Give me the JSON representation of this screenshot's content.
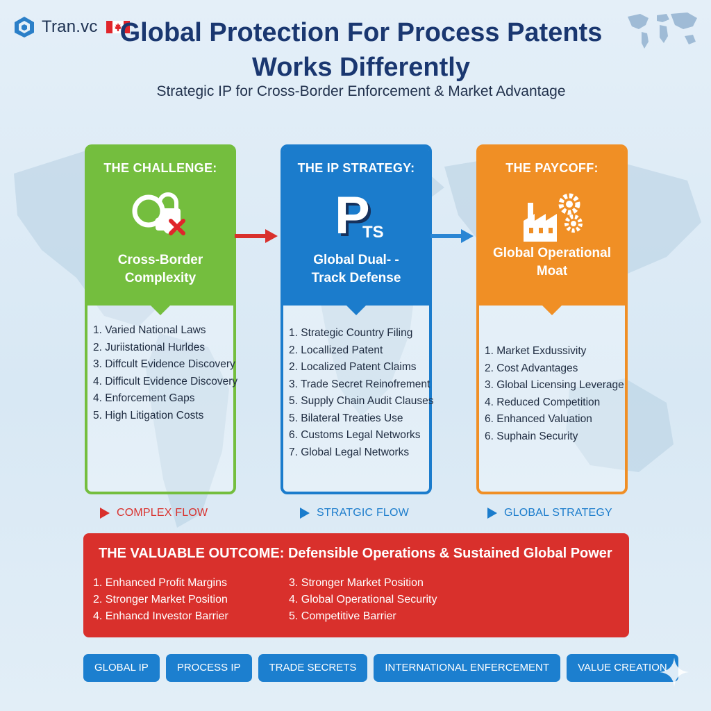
{
  "header": {
    "brand": "Tran.vc",
    "title": "Global Protection For Process Patents Works Differently",
    "subtitle": "Strategic IP for Cross-Border Enforcement & Market Advantage"
  },
  "columns": [
    {
      "heading": "THE CHALLENGE:",
      "caption": "Cross-Border Complexity",
      "icon": "magnifier-lock-icon",
      "color": "#74be3e",
      "items": [
        "1. Varied National Laws",
        "2. Juriistational Hurldes",
        "3. Diffcult Evidence Discovery",
        "4. Difficult Evidence Discovery",
        "4. Enforcement Gaps",
        "5. High Litigation Costs"
      ]
    },
    {
      "heading": "THE IP STRATEGY:",
      "caption": "Global Dual- -Track Defense",
      "icon": "pts-logo-icon",
      "logo_text": "P",
      "logo_sub": "TS",
      "color": "#1b7ccc",
      "items": [
        "1. Strategic Country Filing",
        "2. Locallized Patent",
        "2. Localized Patent Claims",
        "3. Trade Secret Reinofrement",
        "5. Supply Chain Audit Clauses",
        "5. Bilateral Treaties Use",
        "6. Customs Legal Networks",
        "7. Global Legal Networks"
      ]
    },
    {
      "heading": "THE PAYCOFF:",
      "caption": "Global Operational Moat",
      "icon": "factory-gears-icon",
      "color": "#f08f25",
      "items": [
        "1. Market Exdussivity",
        "2. Cost Advantages",
        "3. Global Licensing Leverage",
        "4. Reduced Competition",
        "6. Enhanced Valuation",
        "6. Suphain Security"
      ]
    }
  ],
  "flows": [
    {
      "label": "COMPLEX FLOW",
      "color": "#d9302c"
    },
    {
      "label": "STRATGIC FLOW",
      "color": "#1b7ccc"
    },
    {
      "label": "GLOBAL STRATEGY",
      "color": "#1b7ccc"
    }
  ],
  "outcome": {
    "title": "THE VALUABLE OUTCOME: Defensible Operations & Sustained Global Power",
    "left_items": [
      "1. Enhanced Profit Margins",
      "2. Stronger Market Position",
      "4. Enhancd Investor Barrier"
    ],
    "right_items": [
      "3. Stronger Market Position",
      "4. Global Operational Security",
      "5. Competitive Barrier"
    ]
  },
  "tags": [
    "GLOBAL IP",
    "PROCESS IP",
    "TRADE SECRETS",
    "INTERNATIONAL ENFERCEMENT",
    "VALUE CREATION"
  ],
  "colors": {
    "title": "#1a3770",
    "arrow_red": "#d9302c",
    "arrow_blue": "#2a86d4",
    "tag": "#1c7fcf"
  }
}
